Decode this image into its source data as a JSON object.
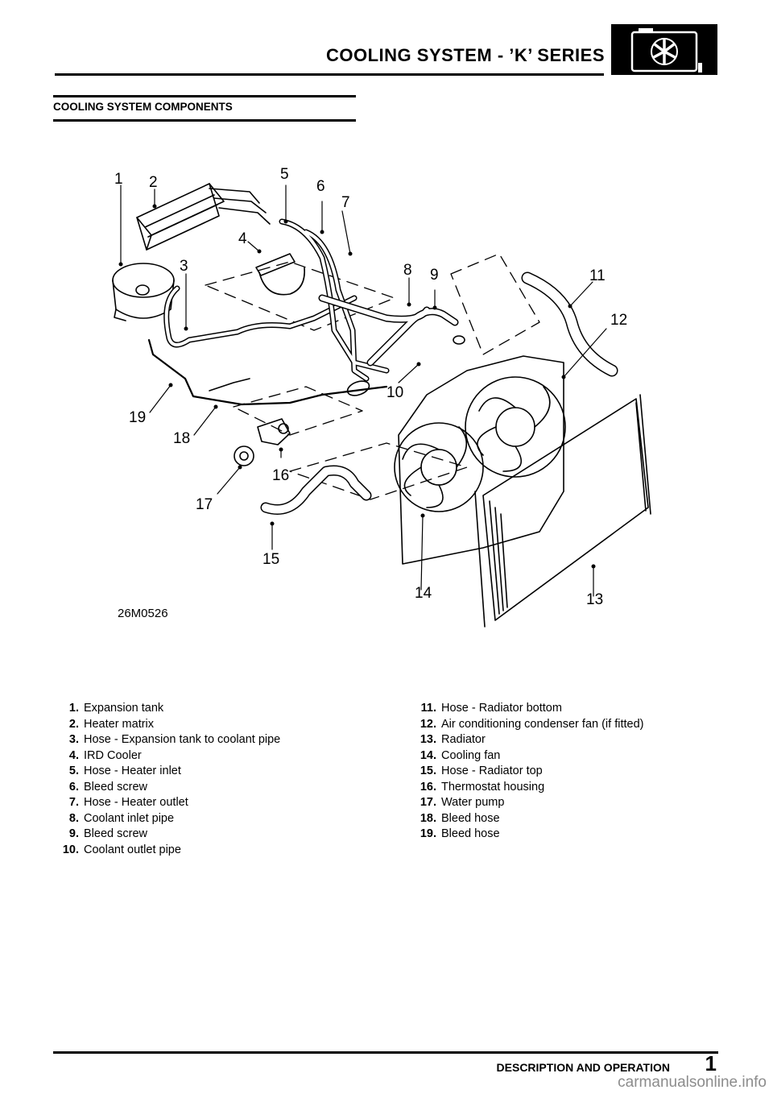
{
  "header": {
    "title": "COOLING SYSTEM - ’K’ SERIES",
    "icon": "radiator-fan-icon"
  },
  "section": {
    "title": "COOLING SYSTEM COMPONENTS"
  },
  "figure": {
    "code": "26M0526",
    "callouts": [
      "1",
      "2",
      "3",
      "4",
      "5",
      "6",
      "7",
      "8",
      "9",
      "10",
      "11",
      "12",
      "13",
      "14",
      "15",
      "16",
      "17",
      "18",
      "19"
    ]
  },
  "legend": {
    "left": [
      {
        "num": "1.",
        "text": "Expansion tank"
      },
      {
        "num": "2.",
        "text": "Heater matrix"
      },
      {
        "num": "3.",
        "text": "Hose - Expansion tank to coolant pipe"
      },
      {
        "num": "4.",
        "text": "IRD Cooler"
      },
      {
        "num": "5.",
        "text": "Hose - Heater inlet"
      },
      {
        "num": "6.",
        "text": "Bleed screw"
      },
      {
        "num": "7.",
        "text": "Hose - Heater outlet"
      },
      {
        "num": "8.",
        "text": "Coolant inlet pipe"
      },
      {
        "num": "9.",
        "text": "Bleed screw"
      },
      {
        "num": "10.",
        "text": "Coolant outlet pipe"
      }
    ],
    "right": [
      {
        "num": "11.",
        "text": "Hose - Radiator bottom"
      },
      {
        "num": "12.",
        "text": "Air conditioning condenser fan (if fitted)"
      },
      {
        "num": "13.",
        "text": "Radiator"
      },
      {
        "num": "14.",
        "text": "Cooling fan"
      },
      {
        "num": "15.",
        "text": "Hose - Radiator top"
      },
      {
        "num": "16.",
        "text": "Thermostat housing"
      },
      {
        "num": "17.",
        "text": "Water pump"
      },
      {
        "num": "18.",
        "text": "Bleed hose"
      },
      {
        "num": "19.",
        "text": "Bleed hose"
      }
    ]
  },
  "footer": {
    "label": "DESCRIPTION AND OPERATION",
    "page_number": "1"
  },
  "watermark": "carmanualsonline.info"
}
